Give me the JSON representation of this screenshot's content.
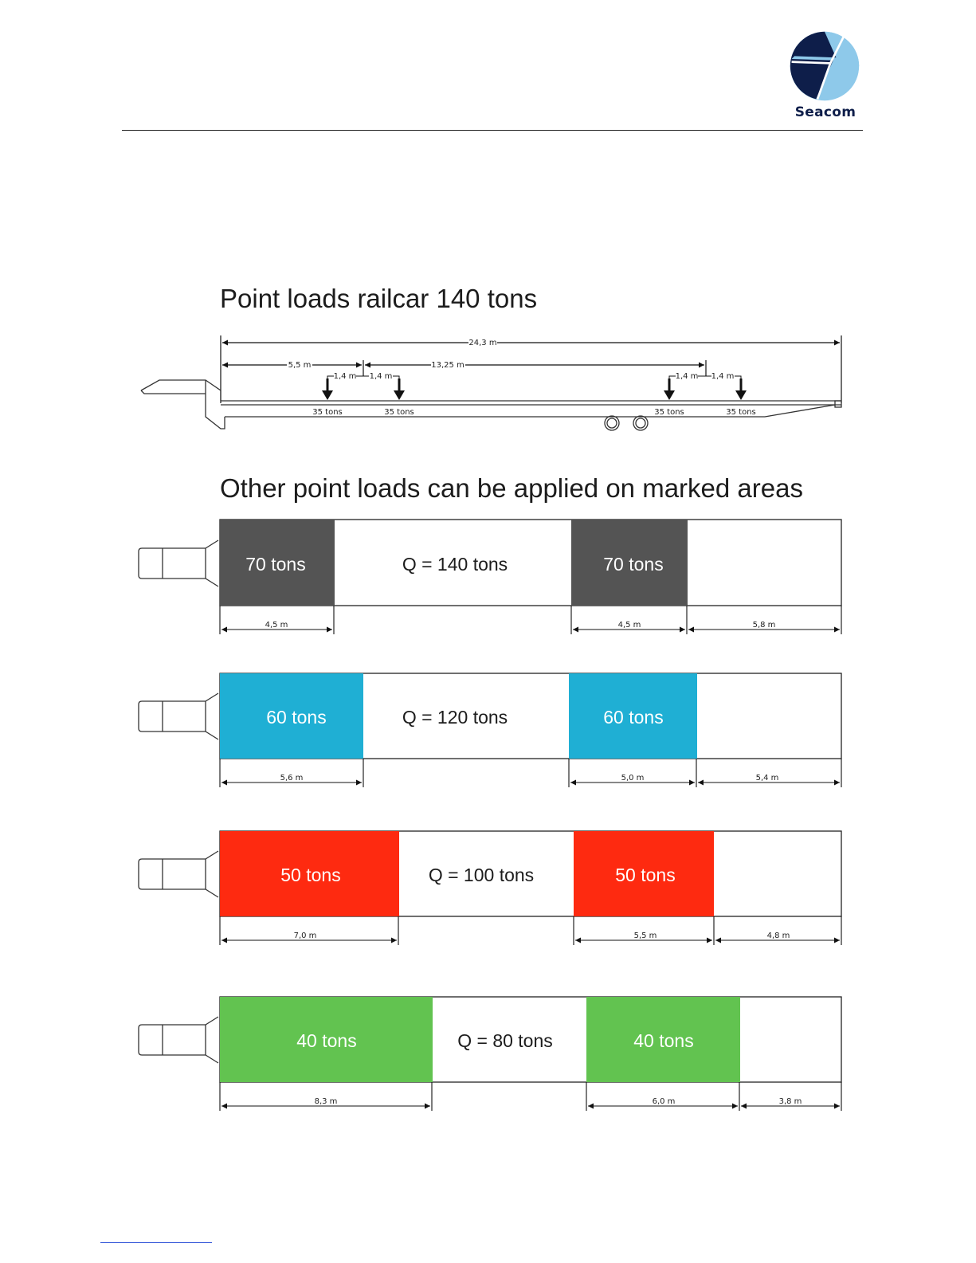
{
  "logo": {
    "name": "seacom-logo-icon",
    "text": "Seacom",
    "colors": {
      "navy": "#0e1e4a",
      "light_blue": "#8ec9ea"
    }
  },
  "railcar": {
    "title": "Point loads railcar 140 tons",
    "total_length": "24,3 m",
    "dim_front": "5,5 m",
    "dim_middle": "13,25 m",
    "spacing_labels": [
      "1,4 m",
      "1,4 m",
      "1,4 m",
      "1,4 m"
    ],
    "point_loads": [
      "35 tons",
      "35 tons",
      "35 tons",
      "35 tons"
    ]
  },
  "areas": {
    "title": "Other point loads can be applied on marked areas",
    "configs": [
      {
        "q": "Q = 140 tons",
        "load": "70 tons",
        "color": "#545454",
        "dims": [
          "4,5 m",
          "4,5 m",
          "5,8 m"
        ]
      },
      {
        "q": "Q = 120 tons",
        "load": "60 tons",
        "color": "#1fafd4",
        "dims": [
          "5,6 m",
          "5,0 m",
          "5,4 m"
        ]
      },
      {
        "q": "Q = 100 tons",
        "load": "50 tons",
        "color": "#fe2a10",
        "dims": [
          "7,0 m",
          "5,5 m",
          "4,8 m"
        ]
      },
      {
        "q": "Q = 80 tons",
        "load": "40 tons",
        "color": "#62c350",
        "dims": [
          "8,3 m",
          "6,0 m",
          "3,8 m"
        ]
      }
    ]
  }
}
